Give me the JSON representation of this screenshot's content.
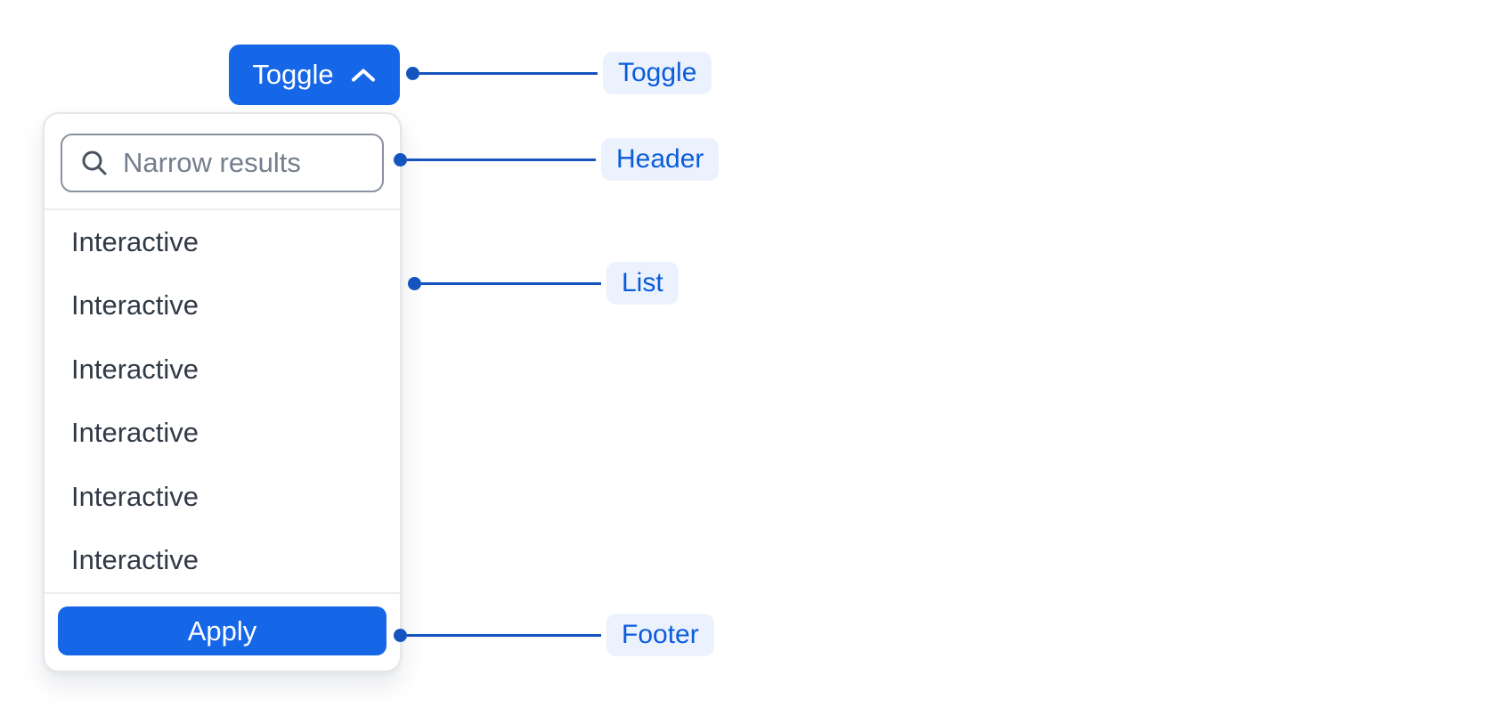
{
  "toggle_button": {
    "label": "Toggle",
    "icon": "chevron-up"
  },
  "dropdown": {
    "search": {
      "placeholder": "Narrow results",
      "value": "",
      "icon": "search"
    },
    "items": [
      "Interactive",
      "Interactive",
      "Interactive",
      "Interactive",
      "Interactive",
      "Interactive"
    ],
    "footer": {
      "apply_label": "Apply"
    }
  },
  "annotations": {
    "toggle": {
      "label": "Toggle"
    },
    "header": {
      "label": "Header"
    },
    "list": {
      "label": "List"
    },
    "footer": {
      "label": "Footer"
    }
  },
  "colors": {
    "accent_blue": "#1666e8",
    "annotation_line_blue": "#1553be",
    "annotation_pill_bg": "#ebf2fe",
    "annotation_pill_text": "#0a5cdb",
    "panel_border": "#e4e6ea",
    "divider": "#eceded",
    "input_border": "#8a92a0",
    "placeholder_text": "#757e8d",
    "item_text": "#323a47"
  }
}
